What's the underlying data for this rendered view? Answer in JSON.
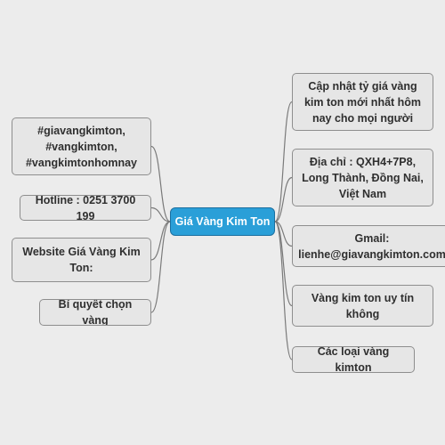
{
  "center_topic": "Giá Vàng Kim Ton",
  "right_branches": [
    "Cập nhật tỷ giá vàng\nkim ton mới nhất hôm\nnay cho mọi người",
    "Địa chỉ : QXH4+7P8,\nLong Thành, Đồng Nai,\nViệt Nam",
    "Gmail:\nlienhe@giavangkimton.com",
    "Vàng kim ton uy tín\nkhông",
    "Các loại vàng kimton"
  ],
  "left_branches": [
    "#giavangkimton,\n#vangkimton,\n#vangkimtonhomnay",
    "Hotline : 0251 3700 199",
    "Website Giá Vàng Kim\nTon:",
    "Bí quyết chọn vàng"
  ],
  "colors": {
    "background": "#ececec",
    "center_fill": "#2a9fd8",
    "node_fill": "#e6e6e6",
    "connector": "#7a7a7a"
  }
}
